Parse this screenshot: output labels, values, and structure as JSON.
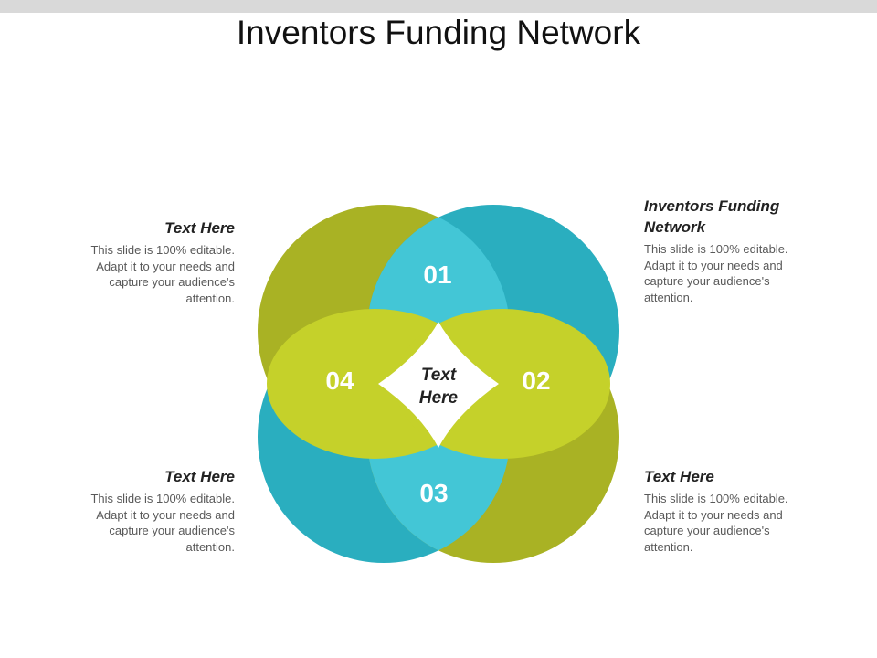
{
  "slide": {
    "title": "Inventors Funding Network"
  },
  "diagram": {
    "segments": [
      {
        "number": "01",
        "color": "#2aaebf"
      },
      {
        "number": "02",
        "color": "#c5d12a"
      },
      {
        "number": "03",
        "color": "#2aaebf"
      },
      {
        "number": "04",
        "color": "#c5d12a"
      }
    ],
    "center_label_line1": "Text",
    "center_label_line2": "Here",
    "colors": {
      "teal": "#2aaebf",
      "teal_overlap": "#43c6d6",
      "olive": "#a9b224",
      "lime": "#c5d12a"
    }
  },
  "notes": {
    "top_left": {
      "heading": "Text Here",
      "body": "This slide is 100% editable. Adapt it to your needs and capture your audience's attention."
    },
    "top_right": {
      "heading": "Inventors Funding Network",
      "body": "This slide is 100% editable. Adapt it to your needs and capture your audience's attention."
    },
    "bottom_left": {
      "heading": "Text Here",
      "body": "This slide is 100% editable. Adapt it to your needs and capture your audience's attention."
    },
    "bottom_right": {
      "heading": "Text Here",
      "body": "This slide is 100% editable. Adapt it to your needs and capture your audience's attention."
    }
  }
}
